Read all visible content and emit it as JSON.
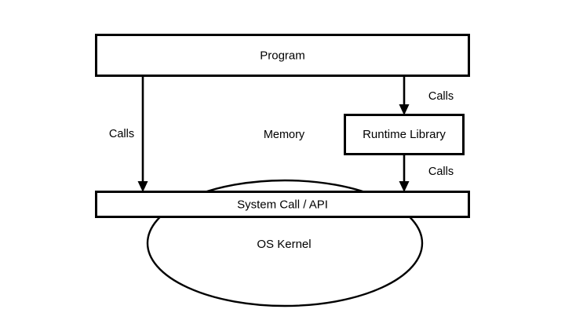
{
  "diagram": {
    "title": "Program / Runtime Library / System Call API / OS Kernel layering",
    "background_color": "#ffffff",
    "stroke_color": "#000000",
    "nodes": [
      {
        "id": "program",
        "label": "Program",
        "shape": "rectangle"
      },
      {
        "id": "runtime",
        "label": "Runtime Library",
        "shape": "rectangle"
      },
      {
        "id": "syscall",
        "label": "System Call / API",
        "shape": "rectangle"
      },
      {
        "id": "kernel",
        "label": "OS Kernel",
        "shape": "ellipse"
      }
    ],
    "edges": [
      {
        "id": "program-to-syscall",
        "label": "Calls",
        "from": "program",
        "to": "syscall"
      },
      {
        "id": "program-to-runtime",
        "label": "Calls",
        "from": "program",
        "to": "runtime"
      },
      {
        "id": "runtime-to-syscall",
        "label": "Calls",
        "from": "runtime",
        "to": "syscall"
      }
    ],
    "annotations": [
      {
        "id": "memory-region",
        "label": "Memory"
      }
    ]
  }
}
